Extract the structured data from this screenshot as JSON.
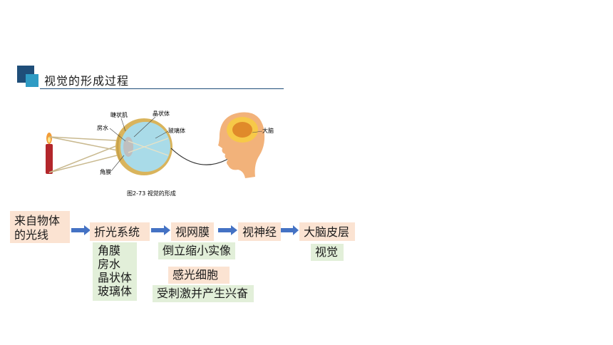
{
  "header": {
    "title": "视觉的形成过程"
  },
  "figure": {
    "caption": "图2-73   视觉的形成",
    "labels": {
      "ciliary": "睫状肌",
      "aqueous": "房水",
      "lens": "晶状体",
      "vitreous": "玻璃体",
      "cornea": "角膜",
      "brain": "大脑"
    }
  },
  "flow": {
    "source": "来自物体的光线",
    "source_line1": "来自物体",
    "source_line2": "的光线",
    "refract": "折光系统",
    "refract_parts": [
      "角膜",
      "房水",
      "晶状体",
      "玻璃体"
    ],
    "retina": "视网膜",
    "retina_image": "倒立缩小实像",
    "photoreceptor": "感光细胞",
    "excited": "受刺激并产生兴奋",
    "optic_nerve": "视神经",
    "cortex": "大脑皮层",
    "vision": "视觉"
  }
}
